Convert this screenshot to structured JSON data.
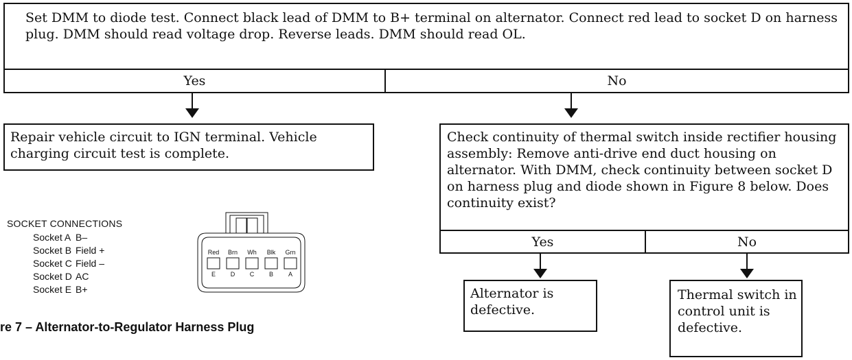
{
  "top_box": {
    "text": "Set DMM to diode test. Connect black lead of DMM to B+ terminal on alternator. Connect red lead to socket D on harness plug. DMM should read voltage drop. Reverse leads. DMM should read OL."
  },
  "top_choice": {
    "yes": "Yes",
    "no": "No"
  },
  "repair_box": {
    "text": "Repair vehicle circuit to IGN terminal. Vehicle charging circuit test is complete."
  },
  "check_box": {
    "text": "Check continuity of thermal switch inside rectifier housing assembly: Remove anti-drive end duct housing on alternator. With DMM, check continuity between socket D on harness plug and diode shown in Figure 8 below. Does continuity exist?"
  },
  "second_choice": {
    "yes": "Yes",
    "no": "No"
  },
  "alt_defective": {
    "text": "Alternator is defective."
  },
  "thermal_defective": {
    "text": "Thermal switch in control unit is defective."
  },
  "socket_connections": {
    "title": "SOCKET CONNECTIONS",
    "rows": [
      {
        "socket": "Socket A",
        "value": "B–"
      },
      {
        "socket": "Socket B",
        "value": "Field +"
      },
      {
        "socket": "Socket C",
        "value": "Field –"
      },
      {
        "socket": "Socket D",
        "value": "AC"
      },
      {
        "socket": "Socket E",
        "value": "B+"
      }
    ]
  },
  "plug": {
    "wire_colors": [
      "Red",
      "Brn",
      "Wh",
      "Blk",
      "Grn"
    ],
    "pin_letters": [
      "E",
      "D",
      "C",
      "B",
      "A"
    ]
  },
  "figure_caption": "re 7 – Alternator-to-Regulator Harness Plug"
}
